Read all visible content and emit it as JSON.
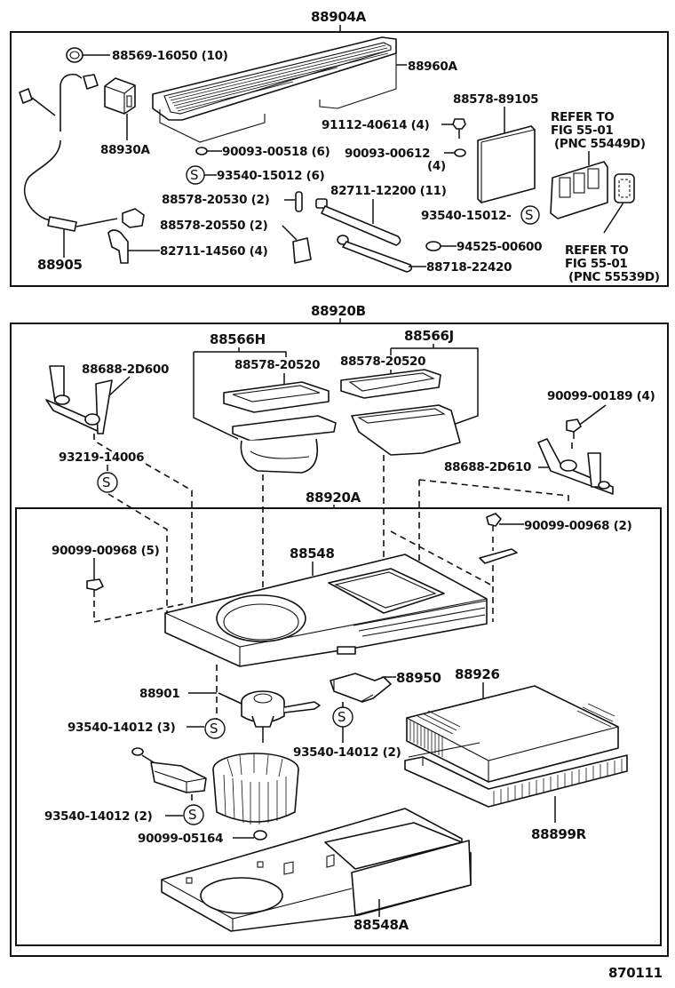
{
  "diagram": {
    "page_code": "870111",
    "upper_group": {
      "assembly_label": "88904A",
      "parts": {
        "clamp": "88569-16050 (10)",
        "grille": "88960A",
        "relay": "88930A",
        "washer_a": "90093-00518 (6)",
        "screw_s_a": "93540-15012 (6)",
        "clip_a": "88578-20530 (2)",
        "pad_a": "88578-20550 (2)",
        "clamp_b": "82711-14560 (4)",
        "wire_harness": "88905",
        "bolt": "91112-40614 (4)",
        "washer_b": "90093-00612",
        "washer_b_qty": "(4)",
        "filter_pad": "88578-89105",
        "band_a": "82711-12200 (11)",
        "screw_s_b": "93540-15012-",
        "nut": "94525-00600",
        "band_b": "88718-22420",
        "refer_1_line1": "REFER TO",
        "refer_1_line2": "FIG 55-01",
        "refer_1_line3": "(PNC 55449D)",
        "refer_2_line1": "REFER TO",
        "refer_2_line2": "FIG 55-01",
        "refer_2_line3": "(PNC 55539D)"
      }
    },
    "lower_group": {
      "assembly_label": "88920B",
      "sub_assembly_label": "88920A",
      "parts": {
        "duct_h": "88566H",
        "duct_h_seal": "88578-20520",
        "duct_j": "88566J",
        "duct_j_seal": "88578-20520",
        "bracket_l": "88688-2D600",
        "bracket_r": "88688-2D610",
        "screw_right": "90099-00189 (4)",
        "screw_l": "93219-14006",
        "screw_clip_5": "90099-00968 (5)",
        "screw_clip_2": "90099-00968 (2)",
        "upper_case": "88548",
        "motor": "88901",
        "screw_s_3": "93540-14012 (3)",
        "resistor": "88950",
        "screw_s_2a": "93540-14012 (2)",
        "screw_s_2b": "93540-14012 (2)",
        "nut_fan": "90099-05164",
        "filter": "88926",
        "evaporator": "88899R",
        "lower_case": "88548A"
      }
    },
    "s_symbol": "S"
  }
}
